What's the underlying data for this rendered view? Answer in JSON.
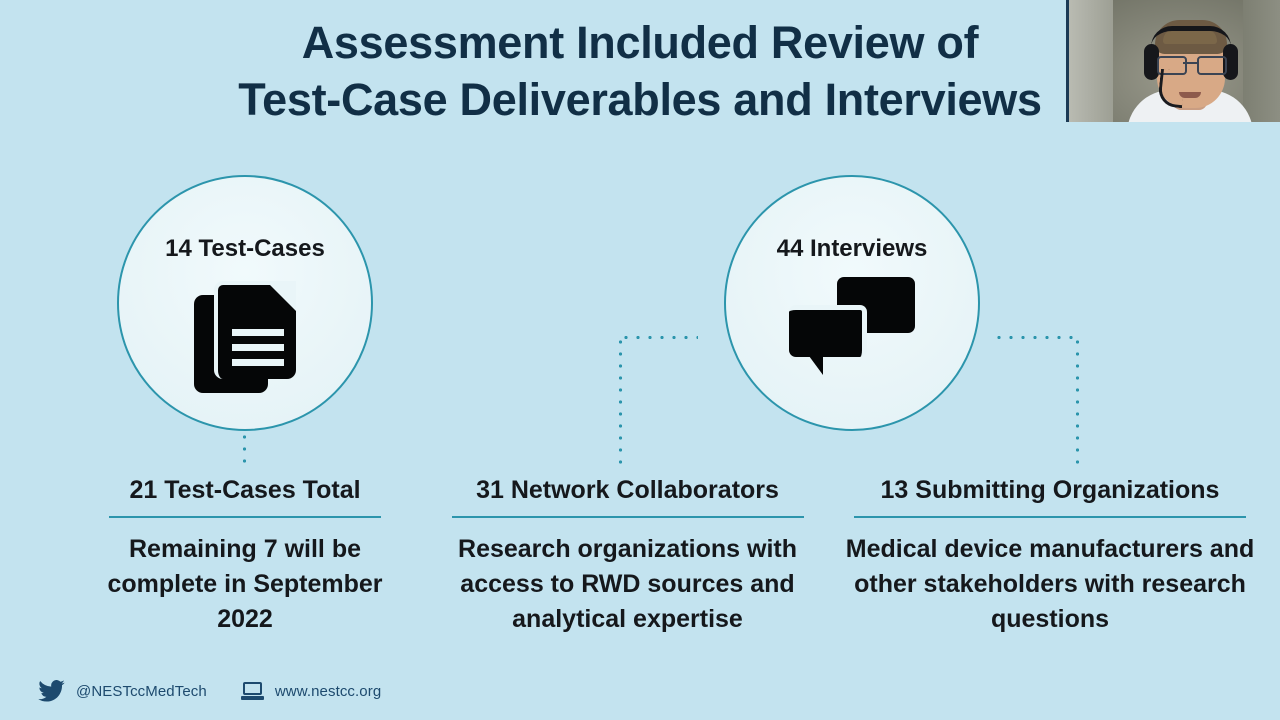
{
  "slide": {
    "background_color": "#c3e3ef",
    "accent_color": "#2c95ac",
    "title_color": "#112f46",
    "title": {
      "line1": "Assessment Included Review of",
      "line2": "Test-Case Deliverables and Interviews"
    }
  },
  "circles": [
    {
      "label": "14 Test-Cases",
      "icon": "documents-icon"
    },
    {
      "label": "44 Interviews",
      "icon": "speech-bubbles-icon"
    }
  ],
  "columns": [
    {
      "heading": "21 Test-Cases Total",
      "body": "Remaining 7 will be complete in September 2022"
    },
    {
      "heading": "31 Network Collaborators",
      "body": "Research organizations with access to RWD sources and analytical expertise"
    },
    {
      "heading": "13 Submitting Organizations",
      "body": "Medical device manufacturers and other stakeholders with research questions"
    }
  ],
  "footer": {
    "twitter_icon": "twitter-bird-icon",
    "twitter_handle": "@NESTccMedTech",
    "website_icon": "laptop-icon",
    "website": "www.nestcc.org"
  },
  "webcam": {
    "present": true,
    "description": "presenter-video-feed"
  }
}
